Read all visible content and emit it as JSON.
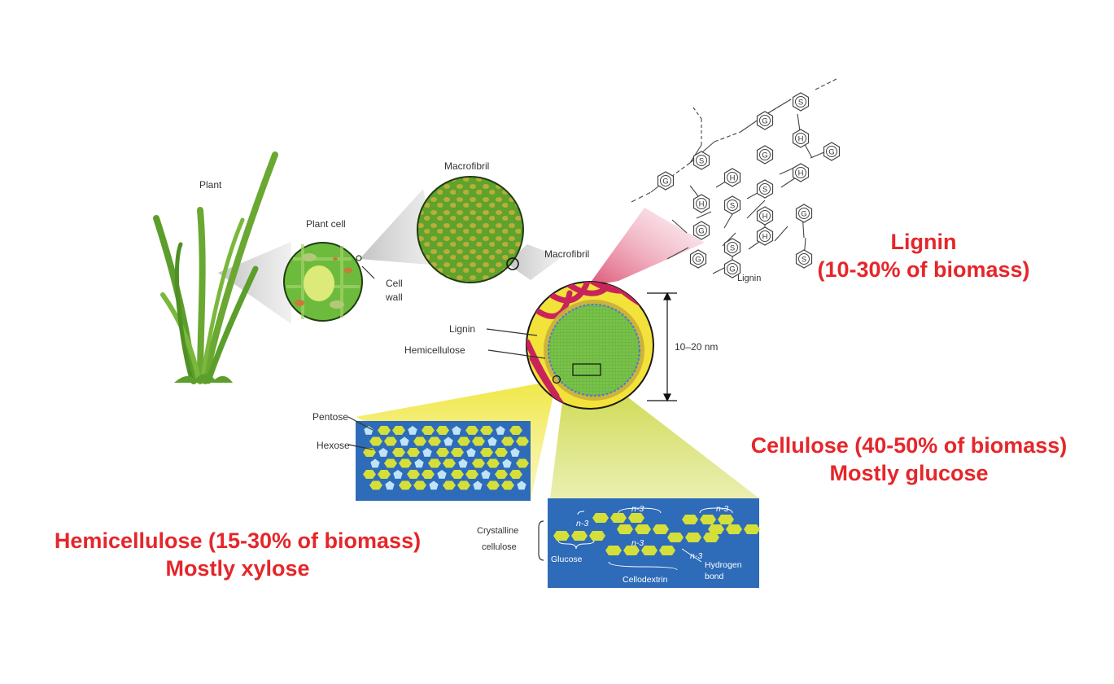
{
  "labels": {
    "plant": "Plant",
    "plant_cell": "Plant cell",
    "cell_wall_line1": "Cell",
    "cell_wall_line2": "wall",
    "macrofibril_top": "Macrofibril",
    "macrofibril_right": "Macrofibril",
    "lignin_small": "Lignin",
    "lignin_pointer": "Lignin",
    "hemicellulose_pointer": "Hemicellulose",
    "size": "10–20 nm",
    "pentose": "Pentose",
    "hexose": "Hexose",
    "crystalline_line1": "Crystalline",
    "crystalline_line2": "cellulose",
    "glucose": "Glucose",
    "cellodextrin": "Cellodextrin",
    "hydrogen_line1": "Hydrogen",
    "hydrogen_line2": "bond",
    "n3": "n-3"
  },
  "annotations": {
    "lignin_title": "Lignin",
    "lignin_sub": "(10-30% of biomass)",
    "cellulose_title": "Cellulose (40-50% of biomass)",
    "cellulose_sub": "Mostly glucose",
    "hemi_title": "Hemicellulose (15-30% of biomass)",
    "hemi_sub": "Mostly xylose"
  },
  "lignin_units": [
    "G",
    "S",
    "H",
    "G",
    "S",
    "H",
    "G",
    "S",
    "H",
    "G",
    "S",
    "H",
    "G",
    "S",
    "G",
    "H",
    "G",
    "S",
    "G",
    "H"
  ],
  "colors": {
    "annotation_red": "#e5262a",
    "panel_blue": "#2e6bb8",
    "leaf_green": "#6aa832",
    "hexose_yellow": "#d5df3a",
    "pentose_blue": "#bfe3f7",
    "fibril_yellow": "#f3e23a",
    "lignin_magenta": "#c9245a"
  }
}
